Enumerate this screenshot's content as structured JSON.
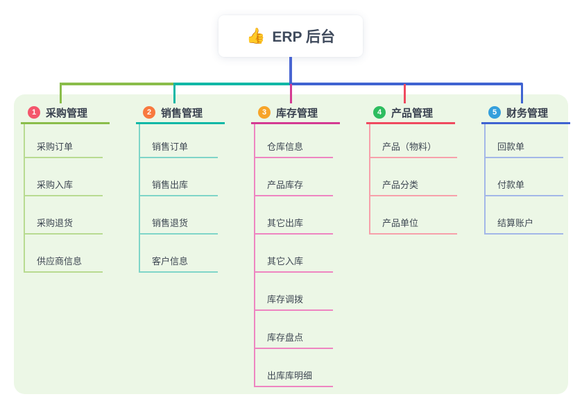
{
  "root": {
    "label": "ERP 后台",
    "emoji": "👍"
  },
  "colors": {
    "page_bg": "#ffffff",
    "panel_bg": "#ecf7e6",
    "root_connector": "#4a66d2",
    "header_text": "#39414f",
    "child_text": "#3e4753"
  },
  "branches": [
    {
      "num": "1",
      "label": "采购管理",
      "badge_color": "#f4566c",
      "line_color": "#8abd4a",
      "child_line_color": "#b8db91",
      "children": [
        "采购订单",
        "采购入库",
        "采购退货",
        "供应商信息"
      ]
    },
    {
      "num": "2",
      "label": "销售管理",
      "badge_color": "#f8793f",
      "line_color": "#0db8a6",
      "child_line_color": "#7fd5c8",
      "children": [
        "销售订单",
        "销售出库",
        "销售退货",
        "客户信息"
      ]
    },
    {
      "num": "3",
      "label": "库存管理",
      "badge_color": "#f7a428",
      "line_color": "#d43b92",
      "child_line_color": "#ee85c1",
      "children": [
        "仓库信息",
        "产品库存",
        "其它出库",
        "其它入库",
        "库存调拨",
        "库存盘点",
        "出库库明细"
      ]
    },
    {
      "num": "4",
      "label": "产品管理",
      "badge_color": "#2ebd5f",
      "line_color": "#ef4a5f",
      "child_line_color": "#f7a0ab",
      "children": [
        "产品（物料）",
        "产品分类",
        "产品单位"
      ]
    },
    {
      "num": "5",
      "label": "财务管理",
      "badge_color": "#349fdc",
      "line_color": "#3f63d1",
      "child_line_color": "#a3b7e8",
      "children": [
        "回款单",
        "付款单",
        "结算账户"
      ]
    }
  ]
}
